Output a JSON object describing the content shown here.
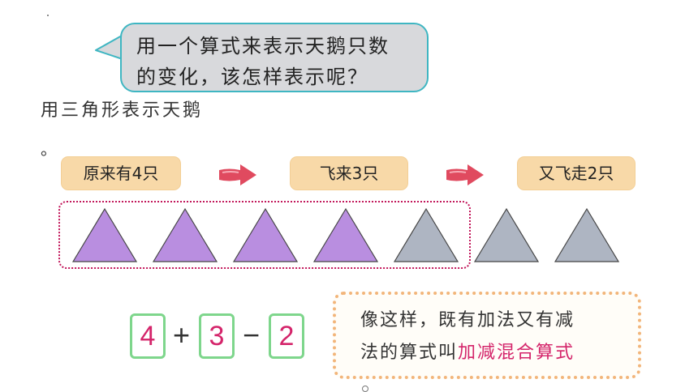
{
  "bubble": {
    "line1": "用一个算式来表示天鹅只数",
    "line2": "的变化，该怎样表示呢？"
  },
  "intro": {
    "text": "用三角形表示天鹅",
    "dot": "。"
  },
  "steps": [
    {
      "label": "原来有4只"
    },
    {
      "label": "飞来3只"
    },
    {
      "label": "又飞走2只"
    }
  ],
  "triangles": {
    "purple_count": 4,
    "gray_count": 3,
    "grouped_count": 5,
    "purple_color": "#b98ee0",
    "gray_color": "#aeb5c2"
  },
  "equation": {
    "n1": "4",
    "op1": "+",
    "n2": "3",
    "op2": "−",
    "n3": "2"
  },
  "note": {
    "line1": "像这样，既有加法又有减",
    "line2_prefix": "法的算式叫",
    "line2_highlight": "加减混合算式"
  },
  "colors": {
    "bubble_border": "#3fb6c2",
    "tag_bg": "#f8d9a8",
    "arrow": "#e04a5f",
    "group_border": "#c2185b",
    "card_border": "#7ed68c",
    "number": "#d4246a",
    "note_border": "#f2b57a"
  }
}
